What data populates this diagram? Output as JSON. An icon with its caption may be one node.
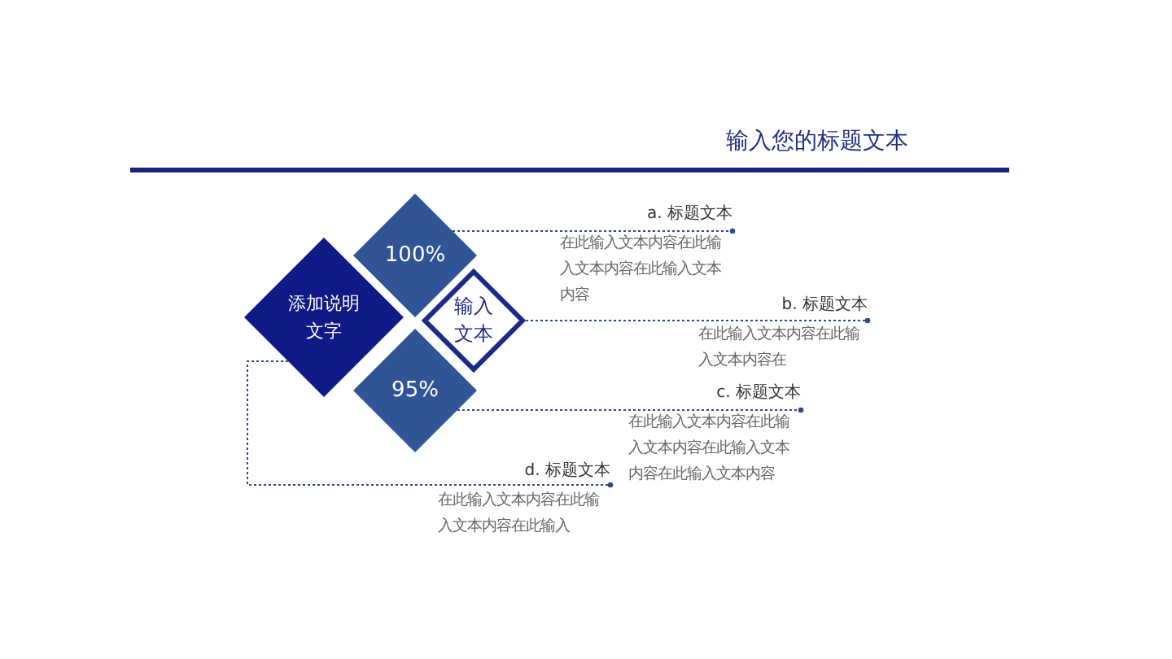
{
  "diagram": {
    "title": "输入您的标题文本",
    "nodes": [
      {
        "text": [
          "添加说明文字"
        ]
      },
      {
        "text": [
          "100%"
        ]
      },
      {
        "text": [
          "输入文本"
        ]
      },
      {
        "text": [
          "95%"
        ]
      },
      {
        "text": [
          "a. 标题文本",
          "在此输入文本内容在此输入文本内容在此输入文本内容"
        ]
      },
      {
        "text": [
          "b. 标题文本",
          "在此输入文本内容在此输入文本内容在"
        ]
      },
      {
        "text": [
          "c. 标题文本",
          "在此输入文本内容在此输入文本内容在此输入文本内容在此输入文本内容"
        ]
      },
      {
        "text": [
          "d. 标题文本",
          "在此输入文本内容在此输入文本内容在此输入"
        ]
      }
    ],
    "edges": [
      {
        "from": 1,
        "to": 4,
        "arrow": "other",
        "style": "dashed"
      },
      {
        "from": 2,
        "to": 5,
        "arrow": "other",
        "style": "dashed"
      },
      {
        "from": 3,
        "to": 6,
        "arrow": "other",
        "style": "dashed"
      },
      {
        "from": 0,
        "to": 7,
        "arrow": "other",
        "style": "dashed"
      }
    ]
  }
}
